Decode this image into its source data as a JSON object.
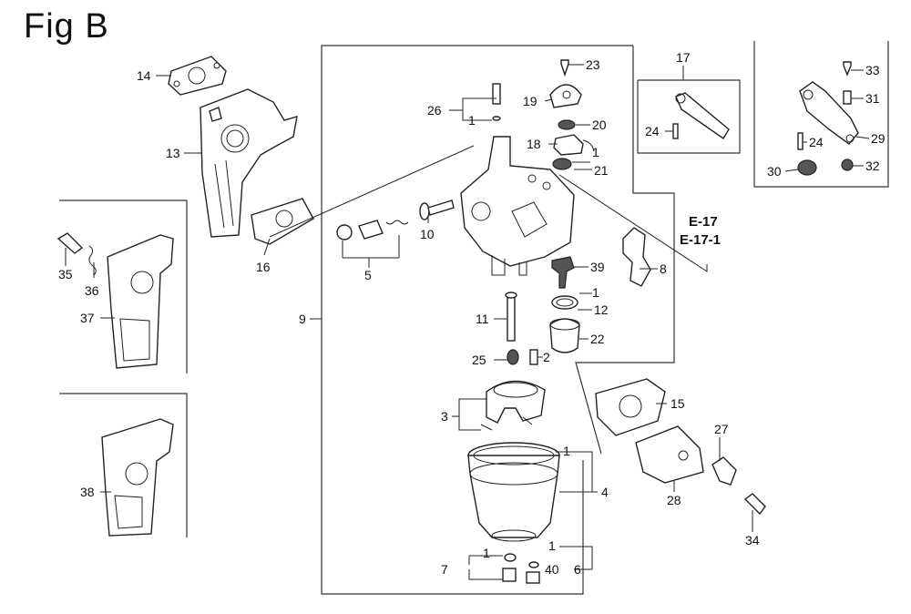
{
  "figure": {
    "title": "Fig B"
  },
  "callouts": [
    "1",
    "2",
    "3",
    "4",
    "5",
    "6",
    "7",
    "8",
    "9",
    "10",
    "11",
    "12",
    "13",
    "14",
    "15",
    "16",
    "17",
    "18",
    "19",
    "20",
    "21",
    "22",
    "23",
    "24",
    "25",
    "26",
    "27",
    "28",
    "29",
    "30",
    "31",
    "32",
    "33",
    "34",
    "35",
    "36",
    "37",
    "38",
    "39",
    "40"
  ],
  "references": [
    "E-17",
    "E-17-1"
  ]
}
